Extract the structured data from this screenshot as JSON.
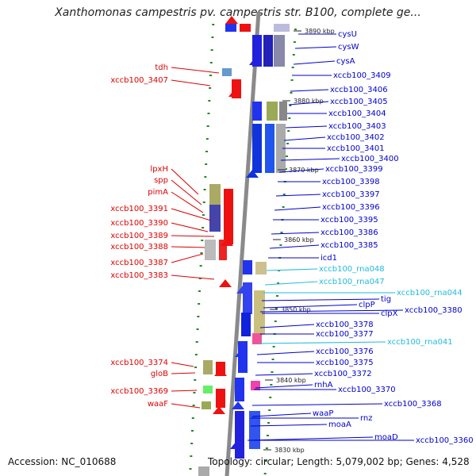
{
  "title": "Xanthomonas campestris pv. campestris str. B100, complete ge...",
  "footer": {
    "accession": "Accession: NC_010688",
    "summary": "Topology: circular; Length: 5,079,002 bp; Genes: 4,528"
  },
  "colors": {
    "left_label": "#dd0000",
    "right_label": "#0000cc",
    "rna_label": "#22bbdd",
    "backbone": "#888888",
    "gc_tick": "#228822"
  },
  "kbp_markers": [
    "3890 kbp",
    "3880 kbp",
    "3870 kbp",
    "3860 kbp",
    "3850 kbp",
    "3840 kbp",
    "3830 kbp"
  ],
  "left_labels": [
    "tdh",
    "xccb100_3407",
    "lpxH",
    "spp",
    "pimA",
    "xccb100_3391",
    "xccb100_3390",
    "xccb100_3389",
    "xccb100_3388",
    "xccb100_3387",
    "xccb100_3383",
    "xccb100_3374",
    "gloB",
    "xccb100_3369",
    "waaF"
  ],
  "right_labels": [
    "cysU",
    "cysW",
    "cysA",
    "xccb100_3409",
    "xccb100_3406",
    "xccb100_3405",
    "xccb100_3404",
    "xccb100_3403",
    "xccb100_3402",
    "xccb100_3401",
    "xccb100_3400",
    "xccb100_3399",
    "xccb100_3398",
    "xccb100_3397",
    "xccb100_3396",
    "xccb100_3395",
    "xccb100_3386",
    "xccb100_3385",
    "icd1",
    "xccb100_rna048",
    "xccb100_rna047",
    "xccb100_rna044",
    "tig",
    "clpP",
    "clpX",
    "xccb100_3380",
    "xccb100_3378",
    "xccb100_3377",
    "xccb100_rna041",
    "xccb100_3376",
    "xccb100_3375",
    "xccb100_3372",
    "rnhA",
    "xccb100_3370",
    "xccb100_3368",
    "waaP",
    "rnz",
    "moaA",
    "moaD",
    "xccb100_3360"
  ]
}
